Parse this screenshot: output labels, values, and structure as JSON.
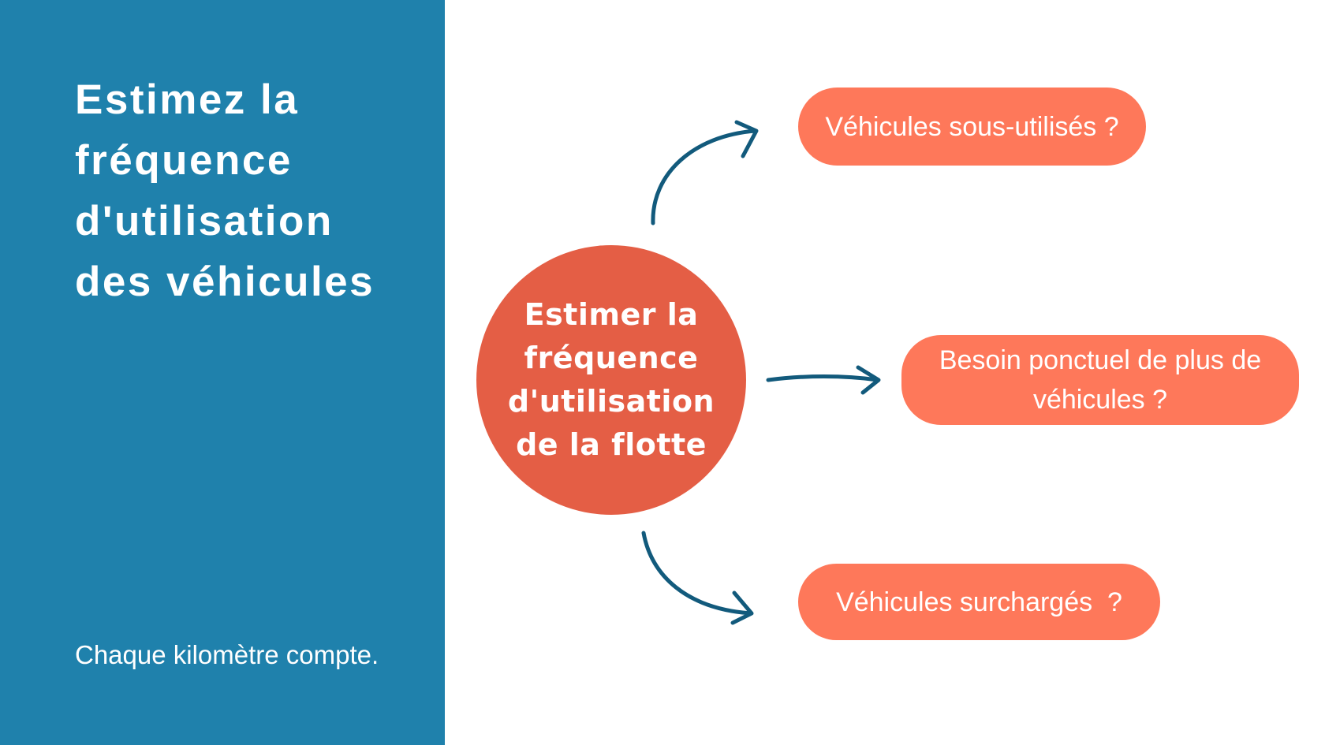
{
  "left_panel": {
    "title_lines": [
      "Estimez la",
      "fréquence",
      "d'utilisation",
      "des véhicules"
    ],
    "footer": "Chaque kilomètre compte.",
    "background_color": "#1f81ac"
  },
  "diagram": {
    "center": {
      "lines": [
        "Estimer la",
        "fréquence",
        "d'utilisation",
        "de la flotte"
      ],
      "color": "#e45e45"
    },
    "branches": [
      {
        "label": "Véhicules sous-utilisés ?"
      },
      {
        "label_lines": [
          "Besoin ponctuel de plus de",
          "véhicules ?"
        ]
      },
      {
        "label": "Véhicules surchargés  ?"
      }
    ],
    "branch_color": "#fe785a",
    "arrow_color": "#125a7c"
  }
}
